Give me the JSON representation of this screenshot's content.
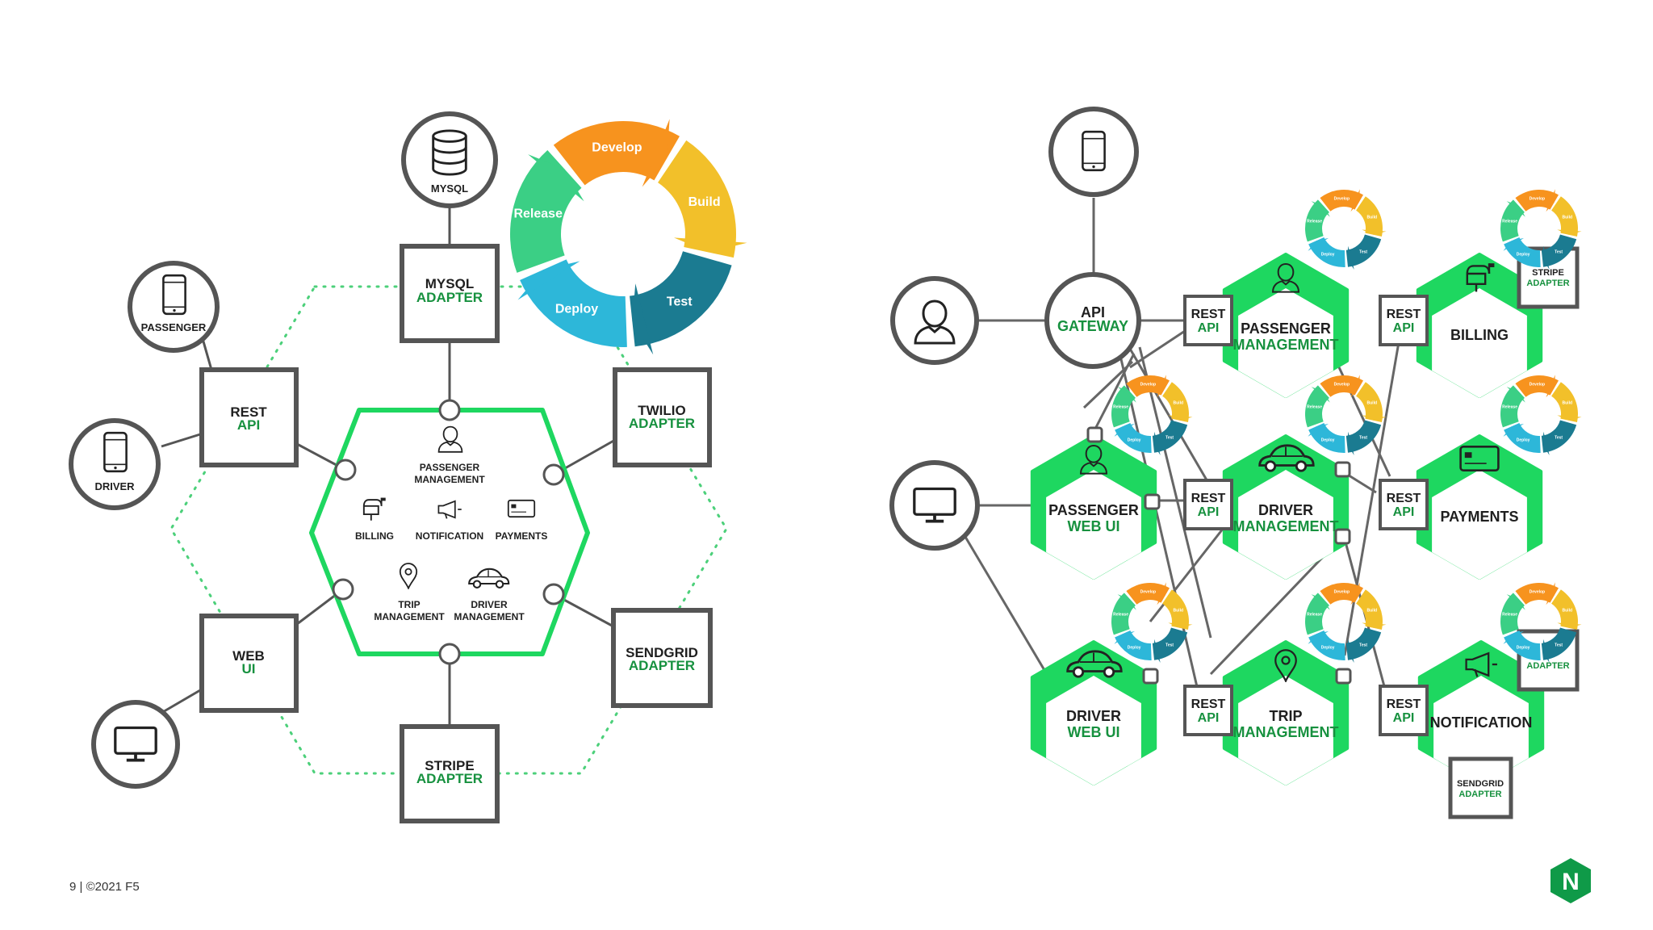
{
  "footer": {
    "page": "9",
    "separator": "|",
    "copyright": "©2021 F5"
  },
  "brand": {
    "logo_letter": "N",
    "logo_color": "#0f9a48"
  },
  "colors": {
    "green": "#1ed760",
    "dark_green": "#17913f",
    "gray": "#555555",
    "dotted": "#4cd07a",
    "develop": "#f7931e",
    "build": "#f2c02a",
    "test": "#1b7b91",
    "deploy": "#2db7d9",
    "release": "#3bcf85"
  },
  "monolith": {
    "mysql_circle": "MYSQL",
    "passenger_circle": "PASSENGER",
    "driver_circle": "DRIVER",
    "mysql_adapter": [
      "MYSQL",
      "ADAPTER"
    ],
    "rest_api": [
      "REST",
      "API"
    ],
    "twilio_adapter": [
      "TWILIO",
      "ADAPTER"
    ],
    "web_ui": [
      "WEB",
      "UI"
    ],
    "sendgrid_adapter": [
      "SENDGRID",
      "ADAPTER"
    ],
    "stripe_adapter": [
      "STRIPE",
      "ADAPTER"
    ],
    "core": {
      "passenger_management": [
        "PASSENGER",
        "MANAGEMENT"
      ],
      "billing": "BILLING",
      "notification": "NOTIFICATION",
      "payments": "PAYMENTS",
      "trip_management": [
        "TRIP",
        "MANAGEMENT"
      ],
      "driver_management": [
        "DRIVER",
        "MANAGEMENT"
      ]
    },
    "cycle": [
      "Develop",
      "Build",
      "Test",
      "Deploy",
      "Release"
    ]
  },
  "microservices": {
    "api_gateway": [
      "API",
      "GATEWAY"
    ],
    "rest_api": [
      "REST",
      "API"
    ],
    "passenger_management": [
      "PASSENGER",
      "MANAGEMENT"
    ],
    "billing": "BILLING",
    "stripe_adapter": [
      "STRIPE",
      "ADAPTER"
    ],
    "passenger_web_ui": [
      "PASSENGER",
      "WEB UI"
    ],
    "driver_management": [
      "DRIVER",
      "MANAGEMENT"
    ],
    "payments": "PAYMENTS",
    "driver_web_ui": [
      "DRIVER",
      "WEB UI"
    ],
    "trip_management": [
      "TRIP",
      "MANAGEMENT"
    ],
    "notification": "NOTIFICATION",
    "adapter": "ADAPTER",
    "sendgrid_adapter": [
      "SENDGRID",
      "ADAPTER"
    ],
    "mini_cycle": [
      "Develop",
      "Build",
      "Test",
      "Deploy",
      "Release"
    ]
  }
}
